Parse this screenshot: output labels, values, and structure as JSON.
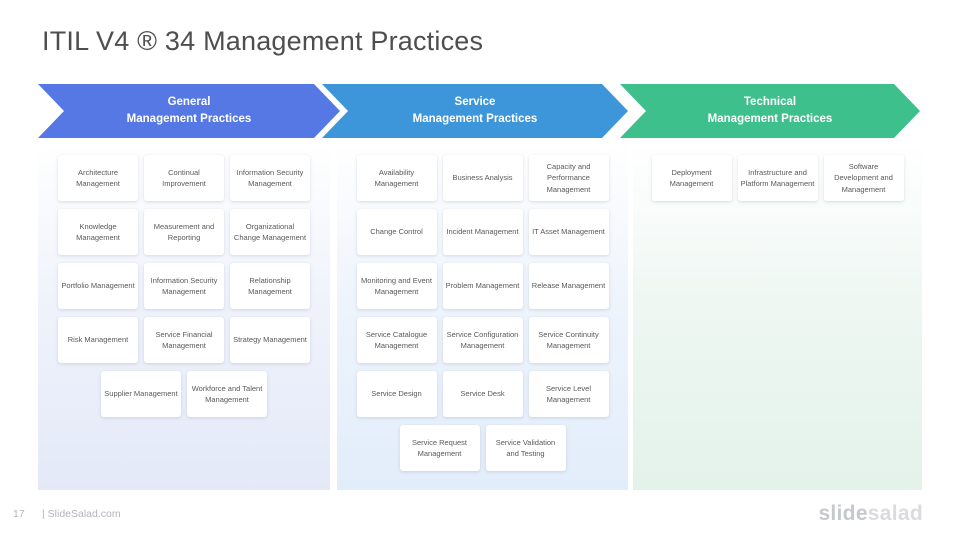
{
  "title": "ITIL V4 ® 34 Management Practices",
  "columns": [
    {
      "id": "general",
      "header_line1": "General",
      "header_line2": "Management Practices",
      "arrow_color": "#5578e4",
      "rows": [
        [
          "Architecture Management",
          "Continual Improvement",
          "Information Security Management"
        ],
        [
          "Knowledge Management",
          "Measurement and Reporting",
          "Organizational Change Management"
        ],
        [
          "Portfolio Management",
          "Information Security Management",
          "Relationship Management"
        ],
        [
          "Risk Management",
          "Service Financial Management",
          "Strategy Management"
        ],
        [
          "Supplier Management",
          "Workforce and Talent Management"
        ]
      ]
    },
    {
      "id": "service",
      "header_line1": "Service",
      "header_line2": "Management Practices",
      "arrow_color": "#3e96da",
      "rows": [
        [
          "Availability Management",
          "Business Analysis",
          "Capacity and Performance Management"
        ],
        [
          "Change Control",
          "Incident Management",
          "IT Asset Management"
        ],
        [
          "Monitoring and Event Management",
          "Problem Management",
          "Release Management"
        ],
        [
          "Service Catalogue Management",
          "Service Configuration Management",
          "Service Continuity Management"
        ],
        [
          "Service Design",
          "Service Desk",
          "Service Level Management"
        ],
        [
          "Service Request Management",
          "Service Validation and Testing"
        ]
      ]
    },
    {
      "id": "technical",
      "header_line1": "Technical",
      "header_line2": "Management Practices",
      "arrow_color": "#3dc08c",
      "rows": [
        [
          "Deployment Management",
          "Infrastructure and Platform Management",
          "Software Development and Management"
        ]
      ]
    }
  ],
  "footer": {
    "page_number": "17",
    "site_label": "| SlideSalad.com",
    "logo_part1": "slide",
    "logo_part2": "salad"
  }
}
